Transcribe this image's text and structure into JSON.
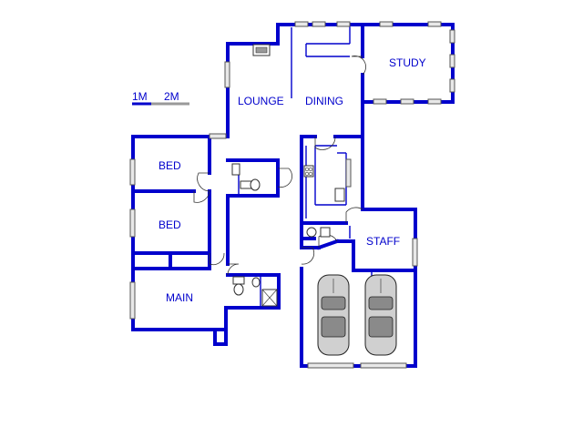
{
  "rooms": {
    "lounge": "LOUNGE",
    "dining": "DINING",
    "study": "STUDY",
    "bed1": "BED",
    "bed2": "BED",
    "main": "MAIN",
    "staff": "STAFF"
  },
  "scale": {
    "label1": "1M",
    "label2": "2M"
  },
  "colors": {
    "wall": "#0000cc",
    "label": "#0000cc"
  }
}
